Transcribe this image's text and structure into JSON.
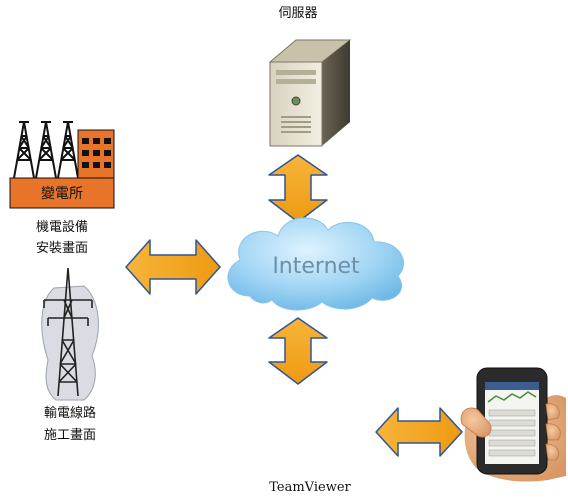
{
  "server": {
    "label": "伺服器"
  },
  "substation": {
    "sign": "變電所",
    "caption_line1": "機電設備",
    "caption_line2": "安裝畫面"
  },
  "internet": {
    "label": "Internet"
  },
  "tower": {
    "caption_line1": "輸電線路",
    "caption_line2": "施工畫面"
  },
  "phone": {
    "label": "TeamViewer"
  },
  "colors": {
    "arrow_fill": "#f5a623",
    "arrow_stroke": "#2f5597",
    "cloud": "#8ecbef",
    "factory": "#e8742a"
  }
}
